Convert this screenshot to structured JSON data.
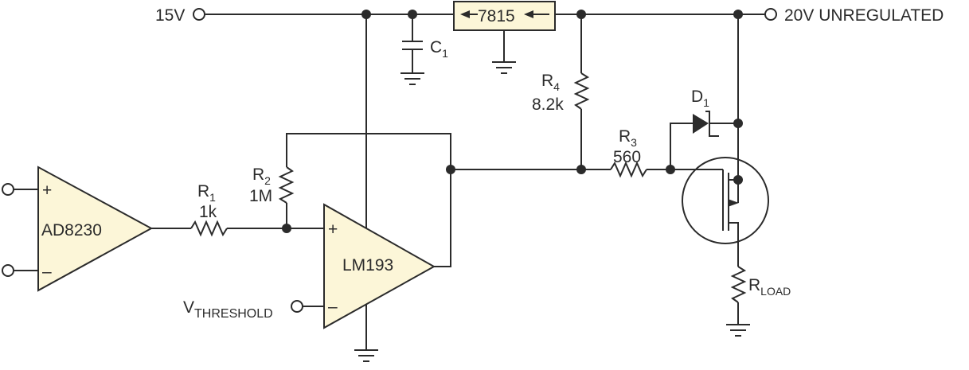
{
  "terminals": {
    "v15": "15V",
    "v20": "20V UNREGULATED",
    "vthreshold_main": "V",
    "vthreshold_sub": "THRESHOLD"
  },
  "components": {
    "regulator": "7815",
    "c1": {
      "name": "C",
      "sub": "1"
    },
    "r1": {
      "name": "R",
      "sub": "1",
      "value": "1k"
    },
    "r2": {
      "name": "R",
      "sub": "2",
      "value": "1M"
    },
    "r3": {
      "name": "R",
      "sub": "3",
      "value": "560"
    },
    "r4": {
      "name": "R",
      "sub": "4",
      "value": "8.2k"
    },
    "d1": {
      "name": "D",
      "sub": "1"
    },
    "rload": {
      "name": "R",
      "sub": "LOAD"
    },
    "amp": {
      "label": "AD8230",
      "plus": "+",
      "minus": "–"
    },
    "comparator": {
      "label": "LM193",
      "plus": "+",
      "minus": "–"
    }
  },
  "colors": {
    "fill": "#fcf6d8",
    "wire": "#2b2b2b"
  }
}
